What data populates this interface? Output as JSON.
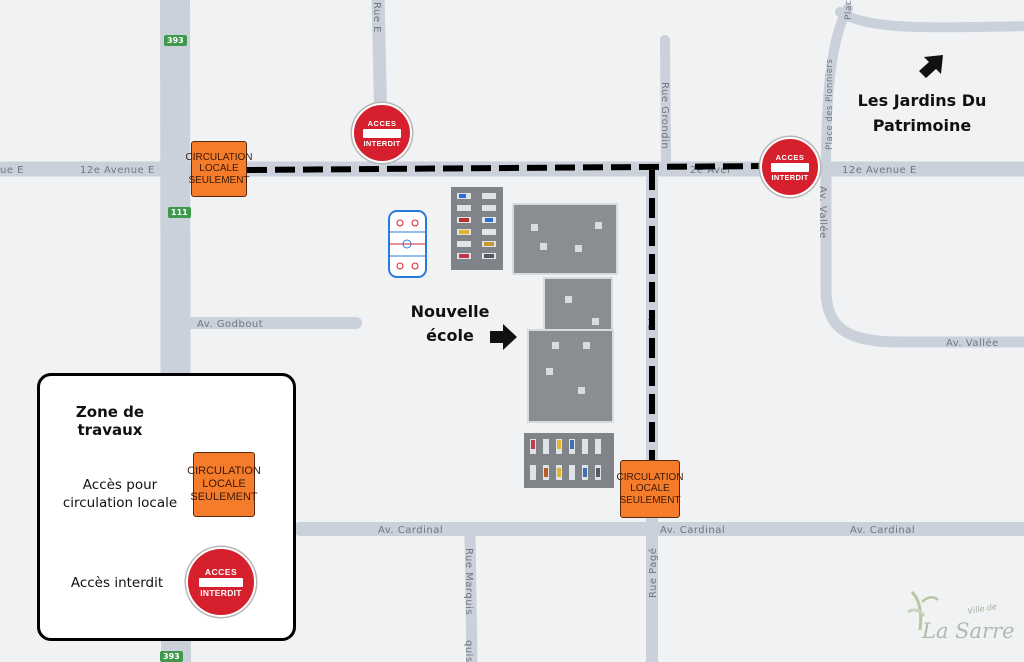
{
  "streets": {
    "avenue_12e_left": "12e Avenue E",
    "avenue_12e_cut": "ue E",
    "avenue_12e_right": "12e Avenue E",
    "avenue_12e_mid": "2e Aver",
    "rue_e": "Rue E",
    "rue_grondin": "Rue Grondin",
    "place_des_pionniers": "Place des Pionniers",
    "place_top": "Plac",
    "av_vallee_vertical": "Av. Vallée",
    "av_vallee_horizontal": "Av. Vallée",
    "av_godbout": "Av. Godbout",
    "av_cardinal_left": "Av. Cardinal",
    "av_cardinal_mid": "Av. Cardinal",
    "av_cardinal_right": "Av. Cardinal",
    "rue_marquis": "Rue Marquis",
    "rue_marquis_bottom": "quis",
    "rue_page": "Rue Pagé",
    "rue_page_mid": "Pa",
    "route_393_top": "393",
    "route_111": "111",
    "route_393_bottom": "393"
  },
  "labels": {
    "nouvelle_ecole": [
      "Nouvelle",
      "école"
    ],
    "jardins": [
      "Les Jardins Du",
      "Patrimoine"
    ]
  },
  "signs": {
    "circulation_locale": [
      "CIRCULATION",
      "LOCALE",
      "SEULEMENT"
    ],
    "acces_interdit_top": "ACCES",
    "acces_interdit_bottom": "INTERDIT"
  },
  "legend": {
    "zone_travaux": [
      "Zone de",
      "travaux"
    ],
    "acces_local": [
      "Accès pour",
      "circulation locale"
    ],
    "acces_interdit": "Accès interdit"
  },
  "logo": {
    "small": "Ville de",
    "big": "La Sarre"
  },
  "colors": {
    "road": "#c9d0da",
    "building": "#8a8d91",
    "sign_orange": "#f57c2a",
    "sign_red": "#d6202d",
    "work_zone": "#000000"
  }
}
